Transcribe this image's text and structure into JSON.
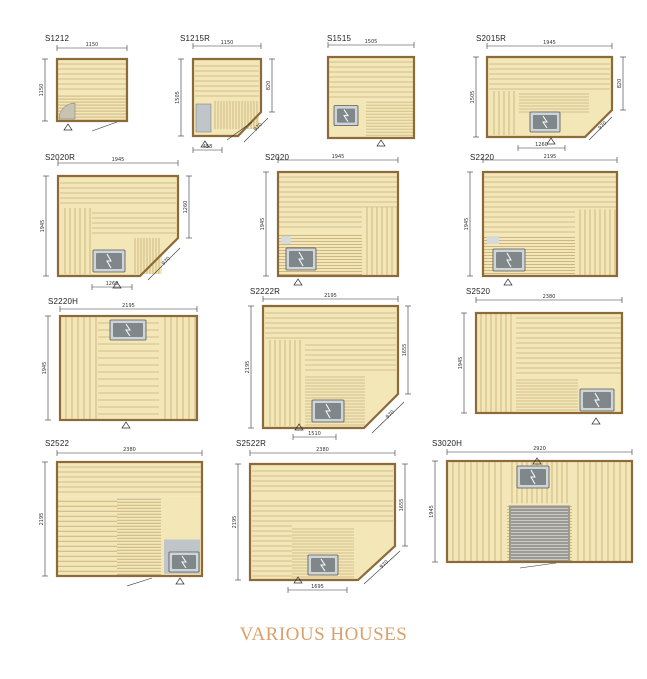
{
  "footer": "VARIOUS HOUSES",
  "colors": {
    "wood": "#f3e6b7",
    "wood_line": "#b49a62",
    "frame": "#8c6a3a",
    "heater": "#cfd4d6",
    "dim": "#333333",
    "footer": "#d8a06a"
  },
  "houses": [
    {
      "code": "S1212",
      "dims": [
        "1150",
        "1150"
      ],
      "extra": [],
      "icon": "sauna-room-plan-icon"
    },
    {
      "code": "S1215R",
      "dims": [
        "1150",
        "1505",
        "820",
        "970",
        "458"
      ],
      "extra": [],
      "icon": "sauna-room-plan-icon"
    },
    {
      "code": "S1515",
      "dims": [
        "1505"
      ],
      "extra": [],
      "icon": "sauna-room-plan-icon"
    },
    {
      "code": "S2015R",
      "dims": [
        "1945",
        "1505",
        "820",
        "970",
        "1260"
      ],
      "extra": [],
      "icon": "sauna-room-plan-icon"
    },
    {
      "code": "S2020R",
      "dims": [
        "1945",
        "1945",
        "1260",
        "970",
        "1260"
      ],
      "extra": [],
      "icon": "sauna-room-plan-icon"
    },
    {
      "code": "S2020",
      "dims": [
        "1945",
        "1945"
      ],
      "extra": [],
      "icon": "sauna-room-plan-icon"
    },
    {
      "code": "S2220",
      "dims": [
        "2195",
        "1945"
      ],
      "extra": [],
      "icon": "sauna-room-plan-icon"
    },
    {
      "code": "S2220H",
      "dims": [
        "2195",
        "1945"
      ],
      "extra": [],
      "icon": "sauna-room-plan-icon"
    },
    {
      "code": "S2222R",
      "dims": [
        "2195",
        "2195",
        "1655",
        "970",
        "1510"
      ],
      "extra": [],
      "icon": "sauna-room-plan-icon"
    },
    {
      "code": "S2520",
      "dims": [
        "2380",
        "1945"
      ],
      "extra": [],
      "icon": "sauna-room-plan-icon"
    },
    {
      "code": "S2522",
      "dims": [
        "2380",
        "2195"
      ],
      "extra": [],
      "icon": "sauna-room-plan-icon"
    },
    {
      "code": "S2522R",
      "dims": [
        "2380",
        "2195",
        "1655",
        "970",
        "1695"
      ],
      "extra": [],
      "icon": "sauna-room-plan-icon"
    },
    {
      "code": "S3020H",
      "dims": [
        "2920",
        "1945"
      ],
      "extra": [],
      "icon": "sauna-room-plan-icon"
    }
  ]
}
